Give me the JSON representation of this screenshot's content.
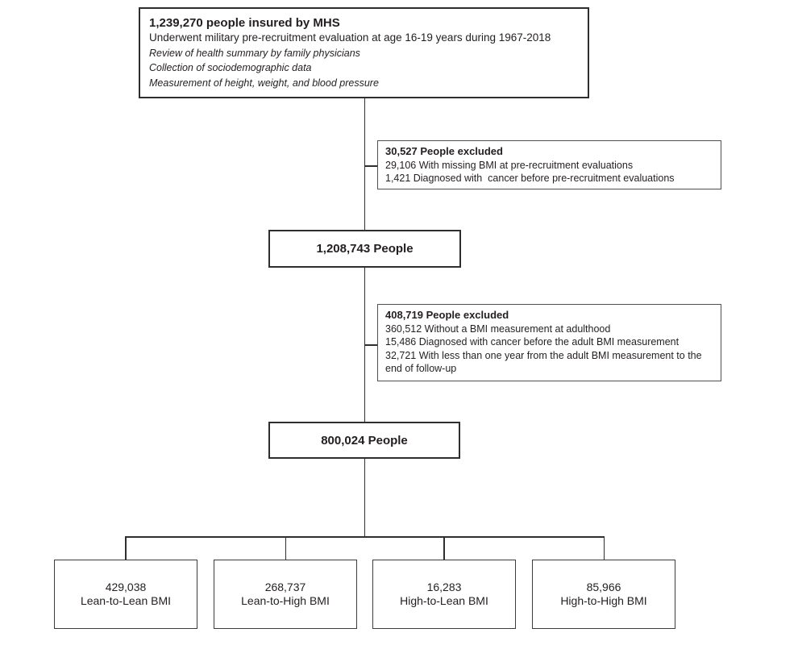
{
  "flow": {
    "source_box": {
      "title": "1,239,270 people insured by MHS",
      "subtitle": "Underwent military pre-recruitment evaluation at age 16-19 years during 1967-2018",
      "details": [
        "Review of health summary by family physicians",
        "Collection of sociodemographic data",
        "Measurement of height, weight, and blood pressure"
      ]
    },
    "exclusion1": {
      "title": "30,527 People excluded",
      "items": [
        "29,106 With missing BMI at pre-recruitment evaluations",
        "1,421 Diagnosed with  cancer before pre-recruitment evaluations"
      ]
    },
    "cohort1": {
      "label": "1,208,743 People"
    },
    "exclusion2": {
      "title": "408,719 People excluded",
      "items": [
        "360,512 Without a BMI measurement at adulthood",
        "15,486 Diagnosed with cancer before the adult BMI measurement",
        "32,721 With less than one year from the adult BMI measurement to the end of follow-up"
      ]
    },
    "cohort2": {
      "label": "800,024 People"
    },
    "groups": [
      {
        "count": "429,038",
        "label": "Lean-to-Lean BMI"
      },
      {
        "count": "268,737",
        "label": "Lean-to-High BMI"
      },
      {
        "count": "16,283",
        "label": "High-to-Lean BMI"
      },
      {
        "count": "85,966",
        "label": "High-to-High BMI"
      }
    ]
  },
  "colors": {
    "background": "#ffffff",
    "text": "#231f20",
    "box_border_dark": "#2e2e2e",
    "box_border_gray": "#4f4f51",
    "connector": "#2f2f2f"
  }
}
